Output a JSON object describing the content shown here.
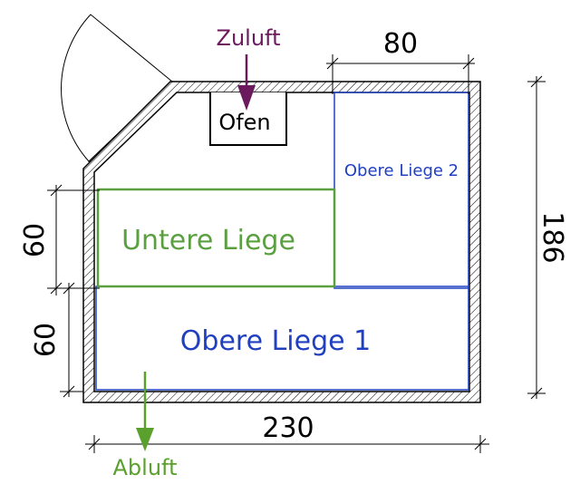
{
  "labels": {
    "zuluft": "Zuluft",
    "abluft": "Abluft",
    "ofen": "Ofen",
    "obere_liege_1": "Obere Liege 1",
    "obere_liege_2": "Obere Liege 2",
    "untere_liege": "Untere Liege"
  },
  "dimensions": {
    "top_width": "80",
    "bottom_width": "230",
    "right_height": "186",
    "left_upper": "60",
    "left_lower": "60"
  },
  "colors": {
    "zuluft": "#6b1a5e",
    "abluft": "#5aa02c",
    "obere_liege": "#2040c0",
    "untere_liege": "#5aa040",
    "wall": "#000000"
  }
}
